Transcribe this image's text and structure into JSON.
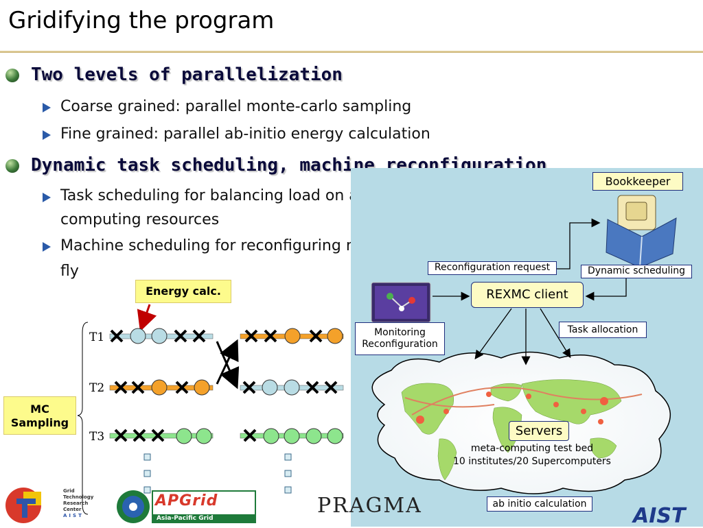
{
  "slide": {
    "title": "Gridifying the program",
    "bullets": [
      {
        "text": "Two levels of parallelization",
        "sub": [
          "Coarse grained: parallel monte-carlo sampling",
          "Fine grained: parallel ab-initio energy calculation"
        ]
      },
      {
        "text": "Dynamic task scheduling, machine reconfiguration",
        "sub": [
          "Task scheduling for balancing load on a heterogeneous",
          "computing resources",
          "Machine scheduling for reconfiguring machine sets on the",
          "fly"
        ]
      }
    ]
  },
  "diagram_left": {
    "energy_label": "Energy calc.",
    "mc_label_1": "MC",
    "mc_label_2": "Sampling",
    "rows": [
      "T1",
      "T2",
      "T3"
    ]
  },
  "diagram_right": {
    "bookkeeper": "Bookkeeper",
    "reconfig_request": "Reconfiguration request",
    "dynamic_scheduling": "Dynamic scheduling",
    "rexmc_client": "REXMC client",
    "monitoring_1": "Monitoring",
    "monitoring_2": "Reconfiguration",
    "task_allocation": "Task allocation",
    "servers": "Servers",
    "servers_desc_1": "meta-computing test bed",
    "servers_desc_2": "10 institutes/20 Supercomputers",
    "ab_initio": "ab initio calculation"
  },
  "logos": {
    "aist_lines": [
      "Grid",
      "Technology",
      "Research",
      "Center",
      "AIST"
    ],
    "apgrid": "APGrid",
    "apgrid_sub": "Asia-Pacific Grid",
    "pragma": "PRAGMA",
    "aist": "AIST"
  },
  "colors": {
    "panel": "#b7dbe6",
    "accent_yellow": "#fdfb8c",
    "orange": "#f4a12a",
    "lightblue": "#b9dce4",
    "green": "#8de58d"
  }
}
